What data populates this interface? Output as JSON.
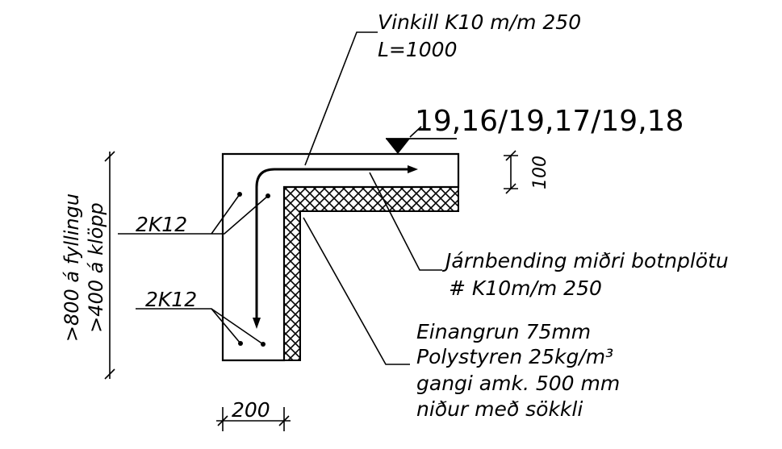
{
  "notes": {
    "angle": {
      "line1": "Vinkill K10 m/m 250",
      "line2": "L=1000"
    },
    "reference": "19,16/19,17/19,18",
    "slab_thickness": "100",
    "rebar_top": "2K12",
    "rebar_bottom": "2K12",
    "slab_rebar": {
      "line1": "Járnbending miðri botnplötu",
      "line2": "# K10m/m 250"
    },
    "insulation": {
      "line1": "Einangrun 75mm",
      "line2": "Polystyren 25kg/m³",
      "line3": "gangi amk. 500 mm",
      "line4": "niður með sökkli"
    },
    "wall_width": "200",
    "depth_fill": ">800 á fyllingu",
    "depth_rock": ">400 á klöpp"
  },
  "colors": {
    "ink": "#000000",
    "paper": "#ffffff"
  }
}
